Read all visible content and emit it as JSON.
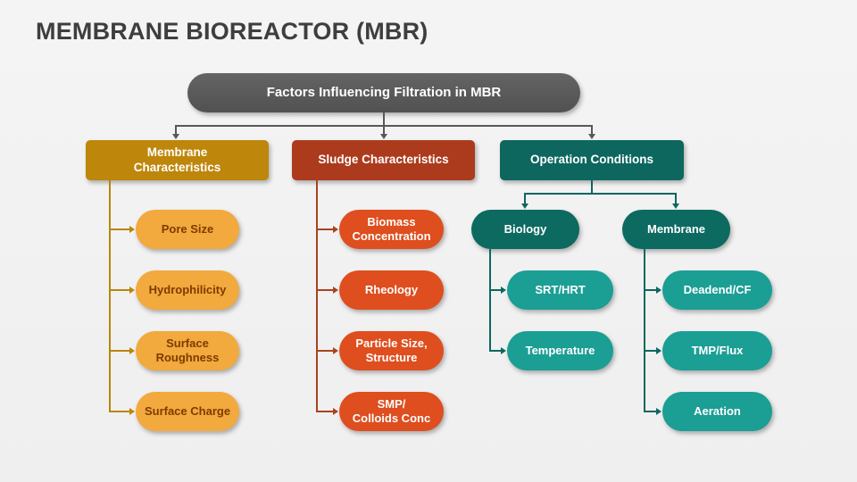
{
  "slide": {
    "title": "MEMBRANE BIOREACTOR (MBR)",
    "root_label": "Factors Influencing Filtration in MBR"
  },
  "colors": {
    "background": "#F1F1F1",
    "title_text": "#3E3E3E",
    "root_fill": "#595959",
    "membrane_header_fill": "#BE860B",
    "membrane_item_fill": "#F2A93D",
    "membrane_item_text": "#7E3B00",
    "sludge_header_fill": "#AC3B1D",
    "sludge_item_fill": "#DE4E1E",
    "operation_header_fill": "#0D675F",
    "operation_group_fill": "#0C6A60",
    "operation_item_fill": "#1B9E94",
    "connector_gray": "#57585A"
  },
  "branches": {
    "membrane": {
      "label": "Membrane\nCharacteristics",
      "items": [
        "Pore Size",
        "Hydrophilicity",
        "Surface\nRoughness",
        "Surface Charge"
      ]
    },
    "sludge": {
      "label": "Sludge Characteristics",
      "items": [
        "Biomass\nConcentration",
        "Rheology",
        "Particle Size,\nStructure",
        "SMP/\nColloids Conc"
      ]
    },
    "operation": {
      "label": "Operation Conditions",
      "groups": [
        {
          "label": "Biology",
          "items": [
            "SRT/HRT",
            "Temperature"
          ]
        },
        {
          "label": "Membrane",
          "items": [
            "Deadend/CF",
            "TMP/Flux",
            "Aeration"
          ]
        }
      ]
    }
  }
}
